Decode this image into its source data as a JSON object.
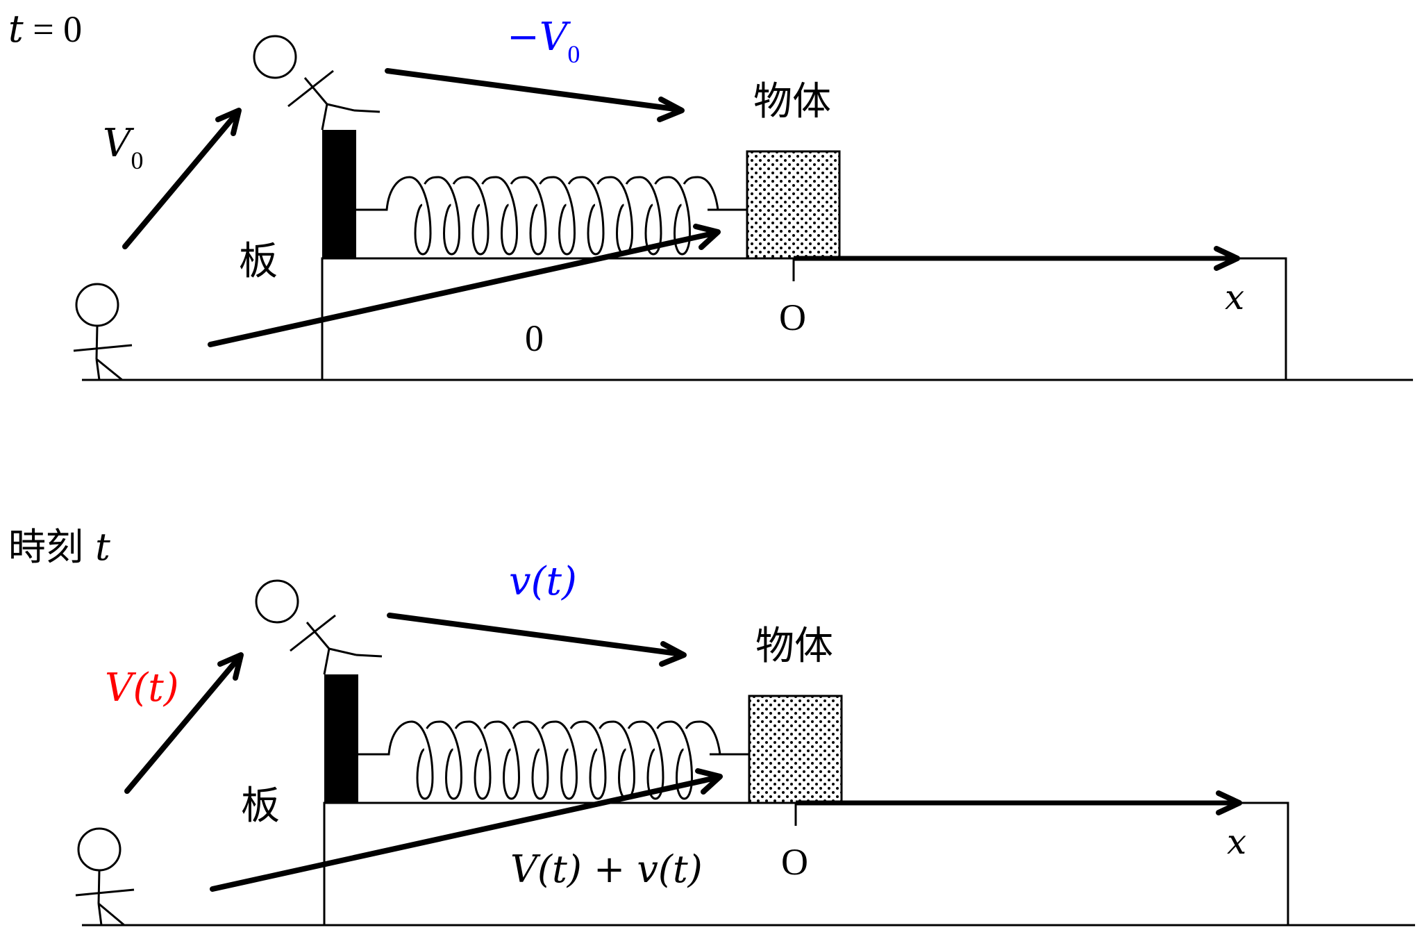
{
  "colors": {
    "ink": "#000000",
    "blue": "#0000ff",
    "red": "#ff0000",
    "background": "#ffffff"
  },
  "panels": [
    {
      "time_label": "t = 0",
      "time_label_parts": {
        "prefix": "",
        "var": "t",
        "rest": " = 0"
      },
      "ground_observer_velocity_label": "V",
      "ground_observer_velocity_sub": "0",
      "ground_observer_velocity_color": "black",
      "board_observer_velocity_label": "−V",
      "board_observer_velocity_sub": "0",
      "board_observer_velocity_color": "blue",
      "combined_velocity_label": "0",
      "object_label": "物体",
      "board_label": "板",
      "origin_label": "O",
      "axis_label": "x"
    },
    {
      "time_label": "時刻 t",
      "time_label_parts": {
        "prefix": "時刻 ",
        "var": "t",
        "rest": ""
      },
      "ground_observer_velocity_label": "V(t)",
      "ground_observer_velocity_color": "red",
      "board_observer_velocity_label": "v(t)",
      "board_observer_velocity_color": "blue",
      "combined_velocity_label": "V(t) + v(t)",
      "object_label": "物体",
      "board_label": "板",
      "origin_label": "O",
      "axis_label": "x"
    }
  ]
}
